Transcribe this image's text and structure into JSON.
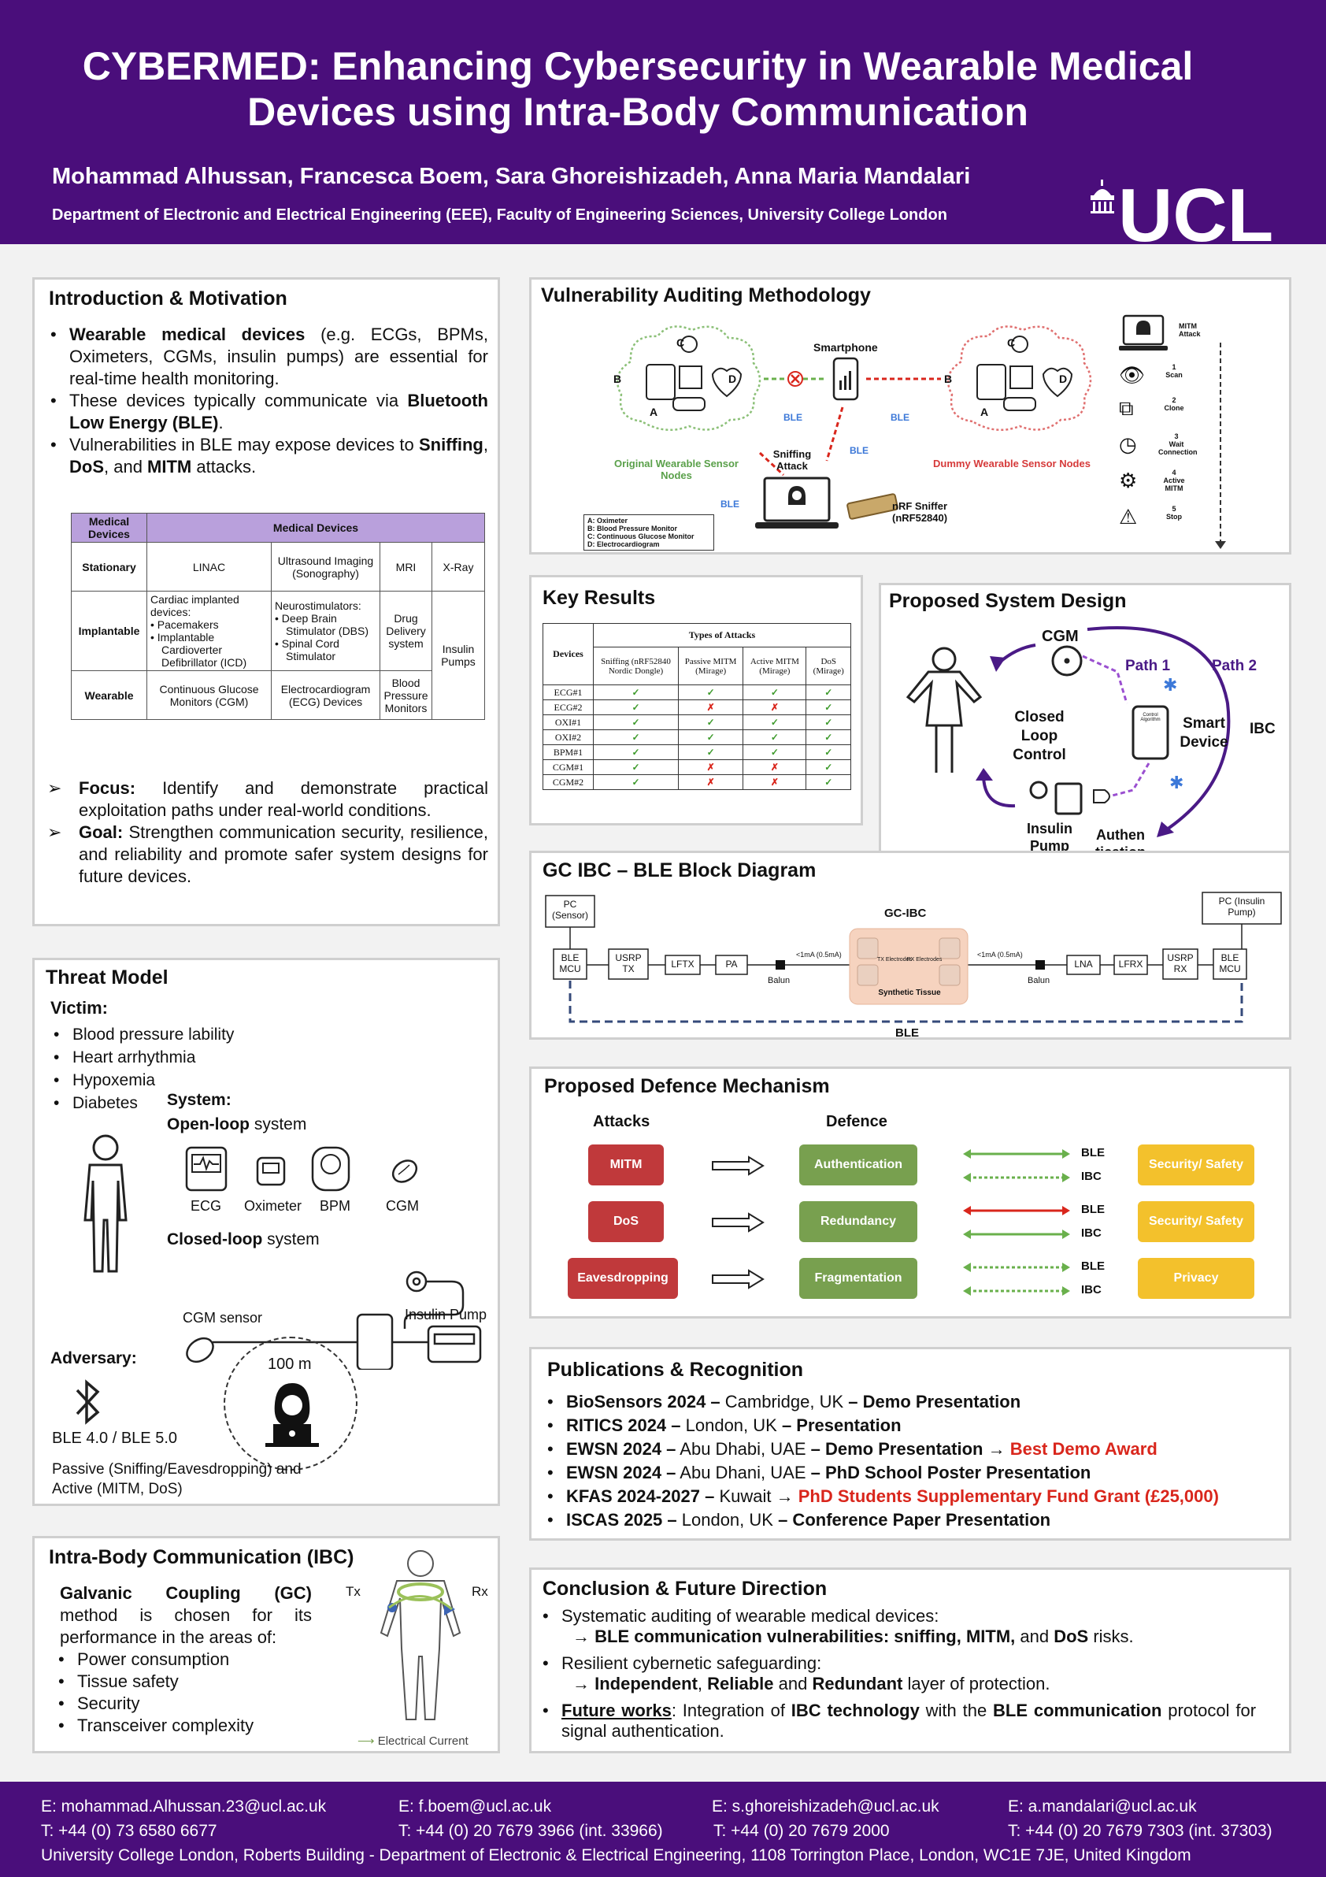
{
  "header": {
    "title": "CYBERMED: Enhancing Cybersecurity in Wearable Medical Devices using Intra-Body Communication",
    "authors": "Mohammad Alhussan, Francesca Boem, Sara Ghoreishizadeh, Anna Maria Mandalari",
    "department": "Department of Electronic and Electrical Engineering (EEE), Faculty of Engineering Sciences, University College London",
    "logo": "UCL"
  },
  "intro": {
    "heading": "Introduction & Motivation",
    "b1_bold": "Wearable medical devices",
    "b1_rest": " (e.g. ECGs, BPMs, Oximeters, CGMs, insulin pumps) are essential for real-time health monitoring.",
    "b2_text": "These devices typically communicate via ",
    "b2_bold": "Bluetooth Low Energy (BLE)",
    "b2_end": ".",
    "b3_text": "Vulnerabilities in BLE may expose devices to ",
    "b3_s": "Sniffing",
    "b3_sep1": ", ",
    "b3_d": "DoS",
    "b3_sep2": ", and ",
    "b3_m": "MITM",
    "b3_end": " attacks.",
    "focus_label": "Focus:",
    "focus_text": " Identify and demonstrate practical exploitation paths under real-world conditions.",
    "goal_label": "Goal:",
    "goal_text": " Strengthen communication security, resilience, and reliability and promote safer system designs for future devices.",
    "table": {
      "h1": "Medical Devices",
      "h2": "Medical Devices",
      "stationary": "Stationary",
      "linac": "LINAC",
      "ultrasound": "Ultrasound Imaging (Sonography)",
      "mri": "MRI",
      "xray": "X-Ray",
      "implantable": "Implantable",
      "cardiac": "Cardiac implanted devices:",
      "pacemakers": "Pacemakers",
      "icd": "Implantable Cardioverter Defibrillator (ICD)",
      "neuro": "Neurostimulators:",
      "dbs": "Deep Brain Stimulator (DBS)",
      "scs": "Spinal Cord Stimulator",
      "drug": "Drug Delivery system",
      "insulin": "Insulin Pumps",
      "wearable": "Wearable",
      "cgm": "Continuous Glucose Monitors (CGM)",
      "ecg": "Electrocardiogram (ECG) Devices",
      "bpm": "Blood Pressure Monitors"
    }
  },
  "threat": {
    "heading": "Threat Model",
    "victim": "Victim:",
    "victims": [
      "Blood pressure lability",
      "Heart arrhythmia",
      "Hypoxemia",
      "Diabetes"
    ],
    "system": "System:",
    "open_bold": "Open-loop",
    "open_rest": " system",
    "open_devices": [
      "ECG",
      "Oximeter",
      "BPM",
      "CGM"
    ],
    "closed_bold": "Closed-loop",
    "closed_rest": " system",
    "cgm_sensor": "CGM sensor",
    "insulin_pump": "Insulin Pump",
    "adversary": "Adversary:",
    "range": "100 m",
    "ble": "BLE 4.0 / BLE 5.0",
    "modes": "Passive (Sniffing/Eavesdropping) and Active (MITM, DoS)"
  },
  "ibc": {
    "heading": "Intra-Body Communication (IBC)",
    "gc_bold": "Galvanic Coupling (GC)",
    "gc_rest": " method is chosen for its performance in the areas of:",
    "items": [
      "Power consumption",
      "Tissue safety",
      "Security",
      "Transceiver complexity"
    ],
    "tx": "Tx",
    "rx": "Rx",
    "legend": "Electrical Current"
  },
  "vuln": {
    "heading": "Vulnerability Auditing  Methodology",
    "smartphone": "Smartphone",
    "ble": "BLE",
    "sniffing_attack": "Sniffing Attack",
    "original": "Original Wearable Sensor Nodes",
    "dummy": "Dummy Wearable Sensor Nodes",
    "sniffer": "nRF Sniffer (nRF52840)",
    "legend": [
      "A:  Oximeter",
      "B:  Blood Pressure Monitor",
      "C:  Continuous Glucose Monitor",
      "D:  Electrocardiogram"
    ],
    "mitm_attack": "MITM Attack",
    "steps": [
      {
        "n": "1",
        "label": "Scan"
      },
      {
        "n": "2",
        "label": "Clone"
      },
      {
        "n": "3",
        "label": "Wait Connection"
      },
      {
        "n": "4",
        "label": "Active MITM"
      },
      {
        "n": "5",
        "label": "Stop"
      }
    ],
    "node_letters": [
      "A",
      "B",
      "C",
      "D"
    ]
  },
  "results": {
    "heading": "Key Results",
    "devices": "Devices",
    "types": "Types of Attacks",
    "cols": [
      "Sniffing (nRF52840 Nordic Dongle)",
      "Passive MITM (Mirage)",
      "Active MITM (Mirage)",
      "DoS (Mirage)"
    ],
    "rows": [
      {
        "device": "ECG#1",
        "v": [
          "ok",
          "ok",
          "ok",
          "ok"
        ]
      },
      {
        "device": "ECG#2",
        "v": [
          "ok",
          "no",
          "no",
          "ok"
        ]
      },
      {
        "device": "OXI#1",
        "v": [
          "ok",
          "ok",
          "ok",
          "ok"
        ]
      },
      {
        "device": "OXI#2",
        "v": [
          "ok",
          "ok",
          "ok",
          "ok"
        ]
      },
      {
        "device": "BPM#1",
        "v": [
          "ok",
          "ok",
          "ok",
          "ok"
        ]
      },
      {
        "device": "CGM#1",
        "v": [
          "ok",
          "no",
          "no",
          "ok"
        ]
      },
      {
        "device": "CGM#2",
        "v": [
          "ok",
          "no",
          "no",
          "ok"
        ]
      }
    ]
  },
  "design": {
    "heading": "Proposed System Design",
    "cgm": "CGM",
    "path1": "Path 1",
    "path2": "Path 2",
    "closed_loop": "Closed Loop Control",
    "smart_device": "Smart Device",
    "ibc": "IBC",
    "insulin_pump": "Insulin Pump",
    "auth": "Authen tication",
    "control_algorithm": "Control Algorithm",
    "colors": {
      "path": "#4a1a86"
    }
  },
  "block": {
    "heading": "GC IBC – BLE Block Diagram",
    "pc_sensor": "PC (Sensor)",
    "pc_pump": "PC (Insulin Pump)",
    "ble_mcu": "BLE MCU",
    "usrp_tx": "USRP TX",
    "lftx": "LFTX",
    "pa": "PA",
    "balun": "Balun",
    "gc_ibc": "GC-IBC",
    "current": "<1mA (0.5mA)",
    "tx_el": "TX Electrodes",
    "rx_el": "RX Electrodes",
    "tissue": "Synthetic Tissue",
    "lna": "LNA",
    "lfrx": "LFRX",
    "usrp_rx": "USRP RX",
    "ble": "BLE"
  },
  "defence": {
    "heading": "Proposed  Defence Mechanism",
    "attacks_h": "Attacks",
    "defence_h": "Defence",
    "rows": [
      {
        "attack": "MITM",
        "defence": "Authentication",
        "ble_label": "BLE",
        "ibc_label": "IBC",
        "result": "Security/ Safety"
      },
      {
        "attack": "DoS",
        "defence": "Redundancy",
        "ble_label": "BLE",
        "ibc_label": "IBC",
        "result": "Security/ Safety"
      },
      {
        "attack": "Eavesdropping",
        "defence": "Fragmentation",
        "ble_label": "BLE",
        "ibc_label": "IBC",
        "result": "Privacy"
      }
    ]
  },
  "pubs": {
    "heading": "Publications & Recognition",
    "items": [
      {
        "a": "BioSensors 2024 –",
        "b": " Cambridge, UK ",
        "c": "– Demo Presentation",
        "d": "",
        "e": ""
      },
      {
        "a": "RITICS 2024 –",
        "b": " London, UK ",
        "c": "– Presentation",
        "d": "",
        "e": ""
      },
      {
        "a": "EWSN 2024 –",
        "b": " Abu Dhabi, UAE ",
        "c": "– Demo Presentation",
        "d": " → ",
        "e": "Best Demo Award"
      },
      {
        "a": "EWSN 2024 –",
        "b": " Abu Dhani, UAE ",
        "c": "– PhD School Poster Presentation",
        "d": "",
        "e": ""
      },
      {
        "a": "KFAS 2024-2027 –",
        "b": " Kuwait",
        "c": "",
        "d": " → ",
        "e": "PhD Students Supplementary Fund Grant (£25,000)"
      },
      {
        "a": "ISCAS 2025 –",
        "b": " London, UK ",
        "c": "– Conference Paper Presentation",
        "d": "",
        "e": ""
      }
    ]
  },
  "conclusion": {
    "heading": "Conclusion & Future Direction",
    "l1": "Systematic auditing of wearable medical devices:",
    "l2_arrow": "→ ",
    "l2_bold": "BLE communication vulnerabilities: sniffing, MITM,",
    "l2_and": " and ",
    "l2_dos": "DoS",
    "l2_end": " risks.",
    "l3": "Resilient cybernetic safeguarding:",
    "l4_arrow": "→ ",
    "l4_a": "Independent",
    "l4_s1": ", ",
    "l4_b": "Reliable",
    "l4_s2": " and ",
    "l4_c": "Redundant",
    "l4_end": " layer of protection.",
    "l5_u": "Future works",
    "l5_a": ": Integration of ",
    "l5_b": "IBC technology",
    "l5_c": " with the ",
    "l5_d": "BLE communication",
    "l5_e": " protocol for signal authentication."
  },
  "footer": {
    "e1": "E: mohammad.Alhussan.23@ucl.ac.uk",
    "t1": "T: +44 (0) 73 6580 6677",
    "e2": "E: f.boem@ucl.ac.uk",
    "t2": "T: +44 (0) 20 7679 3966 (int. 33966)",
    "e3": "E: s.ghoreishizadeh@ucl.ac.uk",
    "t3": "T: +44 (0) 20 7679 2000",
    "e4": "E: a.mandalari@ucl.ac.uk",
    "t4": "T: +44 (0) 20 7679 7303 (int. 37303)",
    "address": "University College London, Roberts Building - Department of Electronic & Electrical Engineering, 1108 Torrington Place, London, WC1E 7JE, United Kingdom"
  },
  "colors": {
    "header_bg": "#4a0e7b",
    "red": "#c0393b",
    "green": "#78a04f",
    "yellow": "#f3c12c",
    "table_head": "#b9a0dc"
  }
}
